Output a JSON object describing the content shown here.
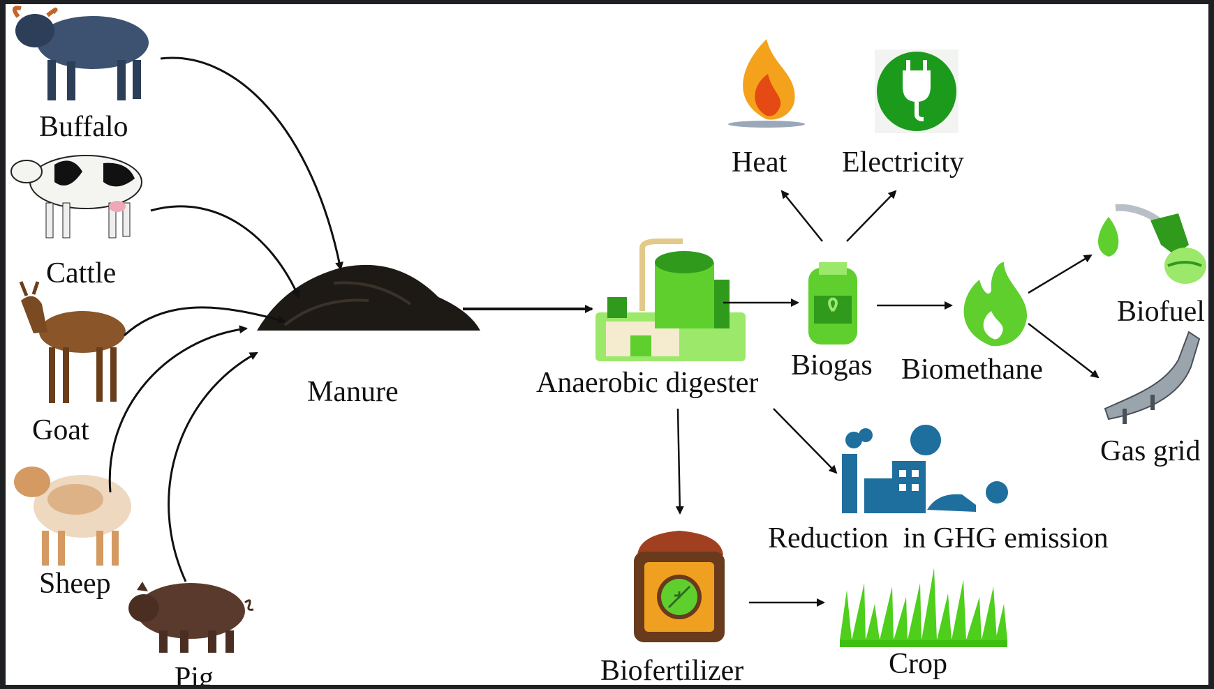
{
  "sources": [
    {
      "key": "buffalo",
      "label": "Buffalo",
      "color": "#3c5270",
      "icon": "buffalo-icon"
    },
    {
      "key": "cattle",
      "label": "Cattle",
      "color": "#222222",
      "icon": "cow-icon"
    },
    {
      "key": "goat",
      "label": "Goat",
      "color": "#8a5528",
      "icon": "goat-icon"
    },
    {
      "key": "sheep",
      "label": "Sheep",
      "color": "#d49a62",
      "icon": "sheep-icon"
    },
    {
      "key": "pig",
      "label": "Pig",
      "color": "#5a3a2c",
      "icon": "pig-icon"
    }
  ],
  "nodes": {
    "manure": {
      "label": "Manure",
      "icon": "manure-pile-icon"
    },
    "digester": {
      "label": "Anaerobic digester",
      "icon": "digester-plant-icon"
    },
    "biogas": {
      "label": "Biogas",
      "icon": "gas-cylinder-icon"
    },
    "biomethane": {
      "label": "Biomethane",
      "icon": "flame-icon"
    },
    "heat": {
      "label": "Heat",
      "icon": "fire-icon"
    },
    "electricity": {
      "label": "Electricity",
      "icon": "plug-icon"
    },
    "biofuel": {
      "label": "Biofuel",
      "icon": "fuel-nozzle-icon"
    },
    "gas_grid": {
      "label": "Gas grid",
      "icon": "pipeline-icon"
    },
    "ghg": {
      "label": "Reduction  in GHG emission",
      "icon": "factory-co2-icon"
    },
    "biofertilizer": {
      "label": "Biofertilizer",
      "icon": "fertilizer-sack-icon"
    },
    "crop": {
      "label": "Crop",
      "icon": "grass-icon"
    }
  },
  "colors": {
    "green": "#5fcf2e",
    "dark_green": "#2f9a1c",
    "light_green": "#9be86a",
    "blue": "#1f6f9e",
    "arrow": "#111111"
  }
}
